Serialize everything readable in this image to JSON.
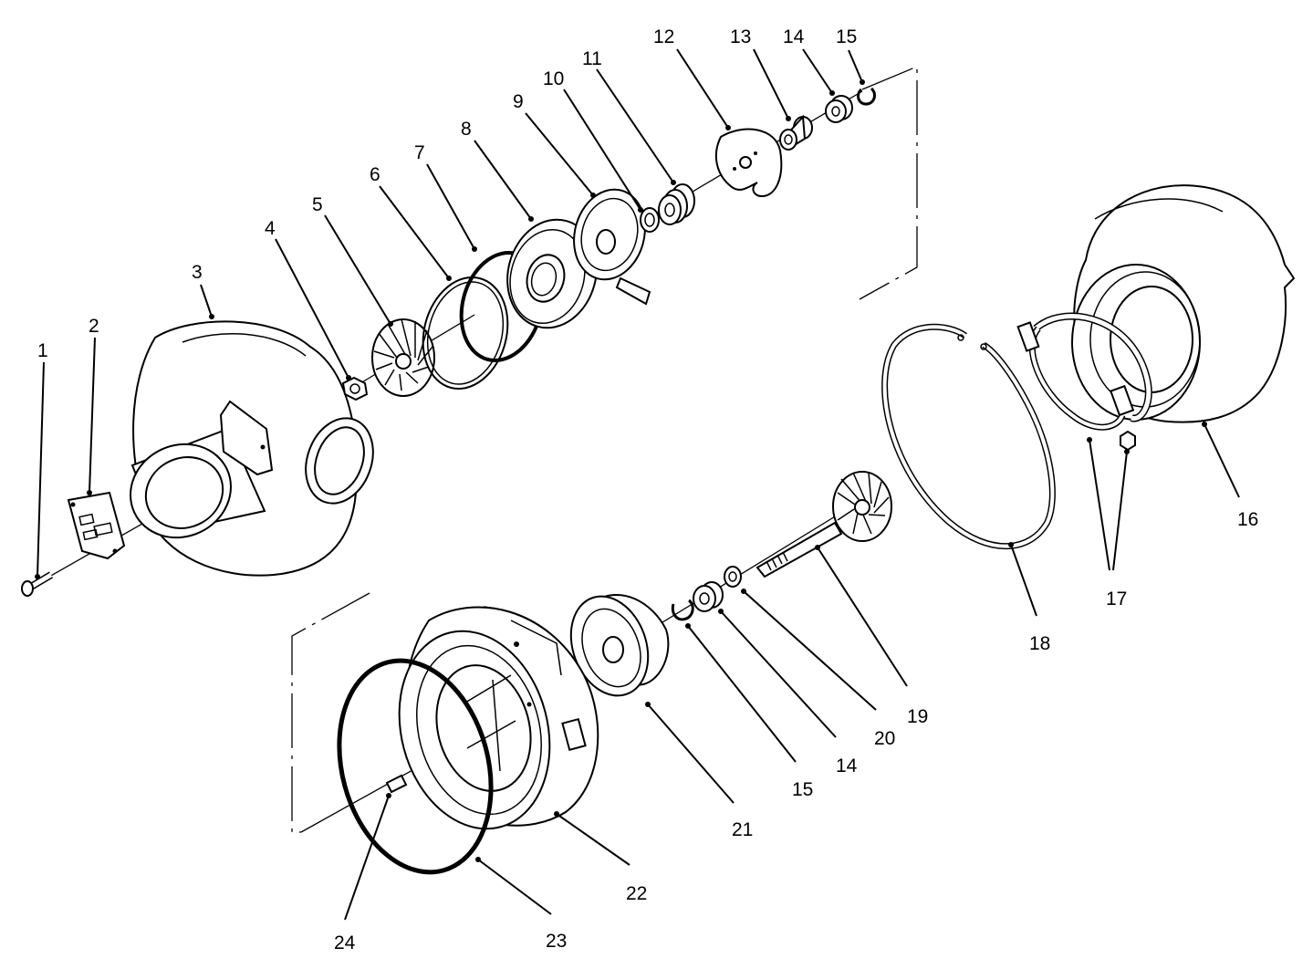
{
  "callouts": [
    {
      "id": "c1",
      "text": "1"
    },
    {
      "id": "c2",
      "text": "2"
    },
    {
      "id": "c3",
      "text": "3"
    },
    {
      "id": "c4",
      "text": "4"
    },
    {
      "id": "c5",
      "text": "5"
    },
    {
      "id": "c6",
      "text": "6"
    },
    {
      "id": "c7",
      "text": "7"
    },
    {
      "id": "c8",
      "text": "8"
    },
    {
      "id": "c9",
      "text": "9"
    },
    {
      "id": "c10",
      "text": "10"
    },
    {
      "id": "c11",
      "text": "11"
    },
    {
      "id": "c12",
      "text": "12"
    },
    {
      "id": "c13",
      "text": "13"
    },
    {
      "id": "c14a",
      "text": "14"
    },
    {
      "id": "c15a",
      "text": "15"
    },
    {
      "id": "c16",
      "text": "16"
    },
    {
      "id": "c17",
      "text": "17"
    },
    {
      "id": "c18",
      "text": "18"
    },
    {
      "id": "c19",
      "text": "19"
    },
    {
      "id": "c20",
      "text": "20"
    },
    {
      "id": "c14b",
      "text": "14"
    },
    {
      "id": "c15b",
      "text": "15"
    },
    {
      "id": "c21",
      "text": "21"
    },
    {
      "id": "c22",
      "text": "22"
    },
    {
      "id": "c23",
      "text": "23"
    },
    {
      "id": "c24",
      "text": "24"
    }
  ]
}
